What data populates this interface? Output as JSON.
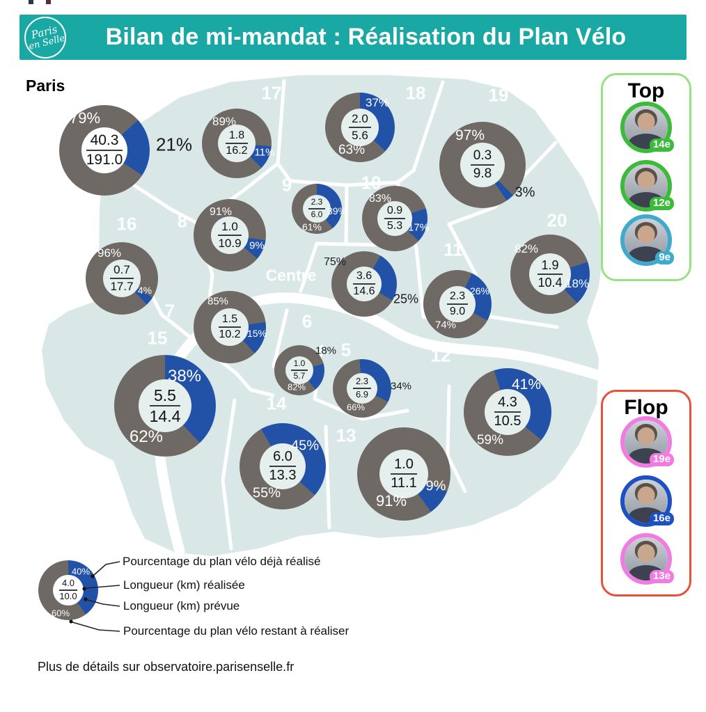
{
  "header": {
    "title": "Bilan de mi-mandat : Réalisation du Plan Vélo",
    "logo_line1": "Paris",
    "logo_line2": "en Selle"
  },
  "chart_data": {
    "type": "donut-map",
    "title": "Bilan de mi-mandat : Réalisation du Plan Vélo",
    "unit": "km",
    "overall": {
      "name": "Paris",
      "pct_done": 21,
      "pct_remaining": 79,
      "km_done": "40.3",
      "km_planned": "191.0"
    },
    "districts": [
      {
        "label": "17",
        "pct_done": 11,
        "pct_remaining": 89,
        "km_done": "1.8",
        "km_planned": "16.2"
      },
      {
        "label": "18",
        "pct_done": 37,
        "pct_remaining": 63,
        "km_done": "2.0",
        "km_planned": "5.6"
      },
      {
        "label": "19",
        "pct_done": 3,
        "pct_remaining": 97,
        "km_done": "0.3",
        "km_planned": "9.8"
      },
      {
        "label": "9",
        "pct_done": 39,
        "pct_remaining": 61,
        "km_done": "2.3",
        "km_planned": "6.0"
      },
      {
        "label": "10",
        "pct_done": 17,
        "pct_remaining": 83,
        "km_done": "0.9",
        "km_planned": "5.3"
      },
      {
        "label": "16",
        "pct_done": 4,
        "pct_remaining": 96,
        "km_done": "0.7",
        "km_planned": "17.7"
      },
      {
        "label": "8",
        "pct_done": 9,
        "pct_remaining": 91,
        "km_done": "1.0",
        "km_planned": "10.9"
      },
      {
        "label": "Centre",
        "pct_done": 25,
        "pct_remaining": 75,
        "km_done": "3.6",
        "km_planned": "14.6"
      },
      {
        "label": "11",
        "pct_done": 26,
        "pct_remaining": 74,
        "km_done": "2.3",
        "km_planned": "9.0"
      },
      {
        "label": "20",
        "pct_done": 18,
        "pct_remaining": 82,
        "km_done": "1.9",
        "km_planned": "10.4"
      },
      {
        "label": "7",
        "pct_done": 15,
        "pct_remaining": 85,
        "km_done": "1.5",
        "km_planned": "10.2"
      },
      {
        "label": "15",
        "pct_done": 38,
        "pct_remaining": 62,
        "km_done": "5.5",
        "km_planned": "14.4"
      },
      {
        "label": "6",
        "pct_done": 18,
        "pct_remaining": 82,
        "km_done": "1.0",
        "km_planned": "5.7"
      },
      {
        "label": "5",
        "pct_done": 34,
        "pct_remaining": 66,
        "km_done": "2.3",
        "km_planned": "6.9"
      },
      {
        "label": "12",
        "pct_done": 41,
        "pct_remaining": 59,
        "km_done": "4.3",
        "km_planned": "10.5"
      },
      {
        "label": "14",
        "pct_done": 45,
        "pct_remaining": 55,
        "km_done": "6.0",
        "km_planned": "13.3"
      },
      {
        "label": "13",
        "pct_done": 9,
        "pct_remaining": 91,
        "km_done": "1.0",
        "km_planned": "11.1"
      }
    ],
    "legend": {
      "pct_done": 40,
      "pct_remaining": 60,
      "km_done": "4.0",
      "km_planned": "10.0",
      "callouts": [
        "Pourcentage du plan vélo déjà réalisé",
        "Longueur (km) réalisée",
        "Longueur (km) prévue",
        "Pourcentage du plan vélo restant à réaliser"
      ]
    }
  },
  "top_panel": {
    "title": "Top",
    "entries": [
      {
        "district": "14e",
        "ring": "green"
      },
      {
        "district": "12e",
        "ring": "green"
      },
      {
        "district": "9e",
        "ring": "cyan"
      }
    ]
  },
  "flop_panel": {
    "title": "Flop",
    "entries": [
      {
        "district": "19e",
        "ring": "pink"
      },
      {
        "district": "16e",
        "ring": "blue"
      },
      {
        "district": "13e",
        "ring": "pink"
      }
    ]
  },
  "footer": {
    "text": "Plus de détails sur observatoire.parisenselle.fr"
  },
  "colors": {
    "banner_teal": "#19A8A4",
    "done_blue": "#2152A8",
    "remaining_gray": "#6E6965",
    "map_fill": "#D9E8E7",
    "donut_hole": "#E4EFEE",
    "top_border_green": "#96E283",
    "flop_border_red": "#E85038",
    "ring_green": "#3CBA3A",
    "ring_cyan": "#3FA9CE",
    "ring_pink": "#F07CE2",
    "ring_blue": "#1C50C5"
  }
}
